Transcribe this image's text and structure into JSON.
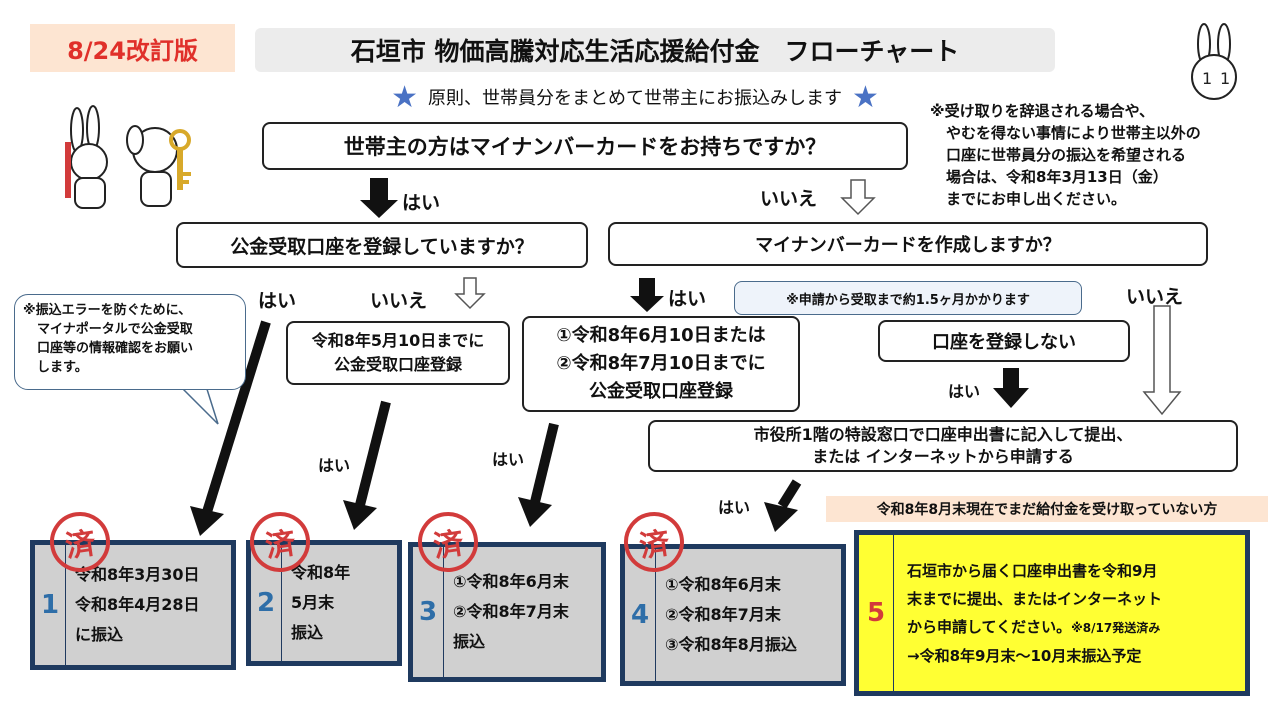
{
  "badge": "8/24改訂版",
  "title": "石垣市 物価高騰対応生活応援給付金　フローチャート",
  "principle": "原則、世帯員分をまとめて世帯主にお振込みします",
  "side_note": {
    "l1": "※受け取りを辞退される場合や、",
    "l2": "やむを得ない事情により世帯主以外の",
    "l3": "口座に世帯員分の振込を希望される",
    "l4": "場合は、令和8年3月13日（金）",
    "l5": "までにお申し出ください。"
  },
  "q1": "世帯主の方はマイナンバーカードをお持ちですか？",
  "q2": "公金受取口座を登録していますか？",
  "q3": "マイナンバーカードを作成しますか？",
  "yes": "はい",
  "no": "いいえ",
  "bubble": {
    "l1": "※振込エラーを防ぐために、",
    "l2": "マイナポータルで公金受取",
    "l3": "口座等の情報確認をお願い",
    "l4": "します。"
  },
  "note_1_5": "※申請から受取まで約1.5ヶ月かかります",
  "box_may": {
    "l1": "令和8年5月10日までに",
    "l2": "公金受取口座登録"
  },
  "box_junjul": {
    "l1": "①令和8年6月10日または",
    "l2": "②令和8年7月10日までに",
    "l3": "公金受取口座登録"
  },
  "box_noreg": "口座を登録しない",
  "box_city": {
    "l1": "市役所1階の特設窓口で口座申出書に記入して提出、",
    "l2": "または インターネットから申請する"
  },
  "late_note": "令和8年8月末現在でまだ給付金を受け取っていない方",
  "stamp": "済",
  "results": [
    {
      "num": "1",
      "lines": [
        "令和8年3月30日",
        "令和8年4月28日",
        "に振込"
      ]
    },
    {
      "num": "2",
      "lines": [
        "令和8年",
        "5月末",
        "振込"
      ]
    },
    {
      "num": "3",
      "lines": [
        "①令和8年6月末",
        "②令和8年7月末",
        "振込"
      ]
    },
    {
      "num": "4",
      "lines": [
        "①令和8年6月末",
        "②令和8年7月末",
        "③令和8年8月振込"
      ]
    }
  ],
  "result5": {
    "num": "5",
    "l1": "石垣市から届く口座申出書を令和9月",
    "l2": "末までに提出、またはインターネット",
    "l3": "から申請してください。",
    "l3_small": "※8/17発送済み",
    "l4": "→令和8年9月末～10月末振込予定"
  },
  "colors": {
    "accent_red": "#d23b3b",
    "navy": "#1f3a5f",
    "yellow": "#ffff33",
    "badge_bg": "#fde5d2"
  }
}
